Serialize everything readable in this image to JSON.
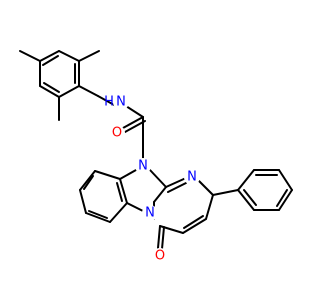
{
  "diagram": {
    "atom_labels": {
      "amide_nitrogen": "N",
      "amide_hydrogen": "H",
      "amide_oxygen": "O",
      "ring_nitrogen_n10": "N",
      "ring_nitrogen_n1": "N",
      "ring_nitrogen_n4a": "N",
      "ketone_oxygen": "O"
    },
    "colors": {
      "bond": "#000000",
      "nitrogen": "#0000ff",
      "oxygen": "#ff0000",
      "background": "#ffffff"
    }
  }
}
